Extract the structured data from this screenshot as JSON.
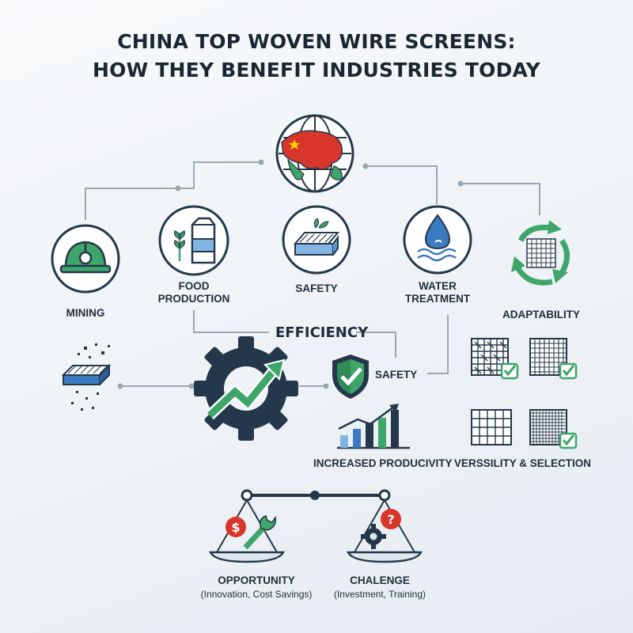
{
  "title": {
    "line1": "CHINA TOP WOVEN WIRE SCREENS:",
    "line2": "HOW THEY BENEFIT INDUSTRIES TODAY"
  },
  "nodes": {
    "mining": "MINING",
    "food": {
      "line1": "FOOD",
      "line2": "PRODUCTION"
    },
    "safety_top": "SAFETY",
    "water": {
      "line1": "WATER",
      "line2": "TREATMENT"
    },
    "adaptability": "ADAPTABILITY"
  },
  "middle": {
    "efficiency": "EFFICIENCY",
    "safety": "SAFETY",
    "productivity": "INCREASED PRODUCIVITY",
    "versatility": "VERSSILITY & SELECTION"
  },
  "balance": {
    "opportunity": {
      "title": "OPPORTUNITY",
      "detail": "(Innovation, Cost Savings)"
    },
    "challenge": {
      "title": "CHALENGE",
      "detail": "(Investment, Training)"
    }
  },
  "colors": {
    "navy": "#25384b",
    "green": "#3fa66a",
    "red": "#d9362b",
    "blue": "#3b7bc0",
    "line": "#9aa7b3"
  },
  "icons": [
    "globe-icon",
    "hard-hat-icon",
    "food-carton-icon",
    "screen-tray-icon",
    "water-drop-icon",
    "recycle-arrows-icon",
    "gear-growth-icon",
    "shield-check-icon",
    "bar-chart-icon",
    "dollar-wrench-icon",
    "gear-question-icon"
  ]
}
